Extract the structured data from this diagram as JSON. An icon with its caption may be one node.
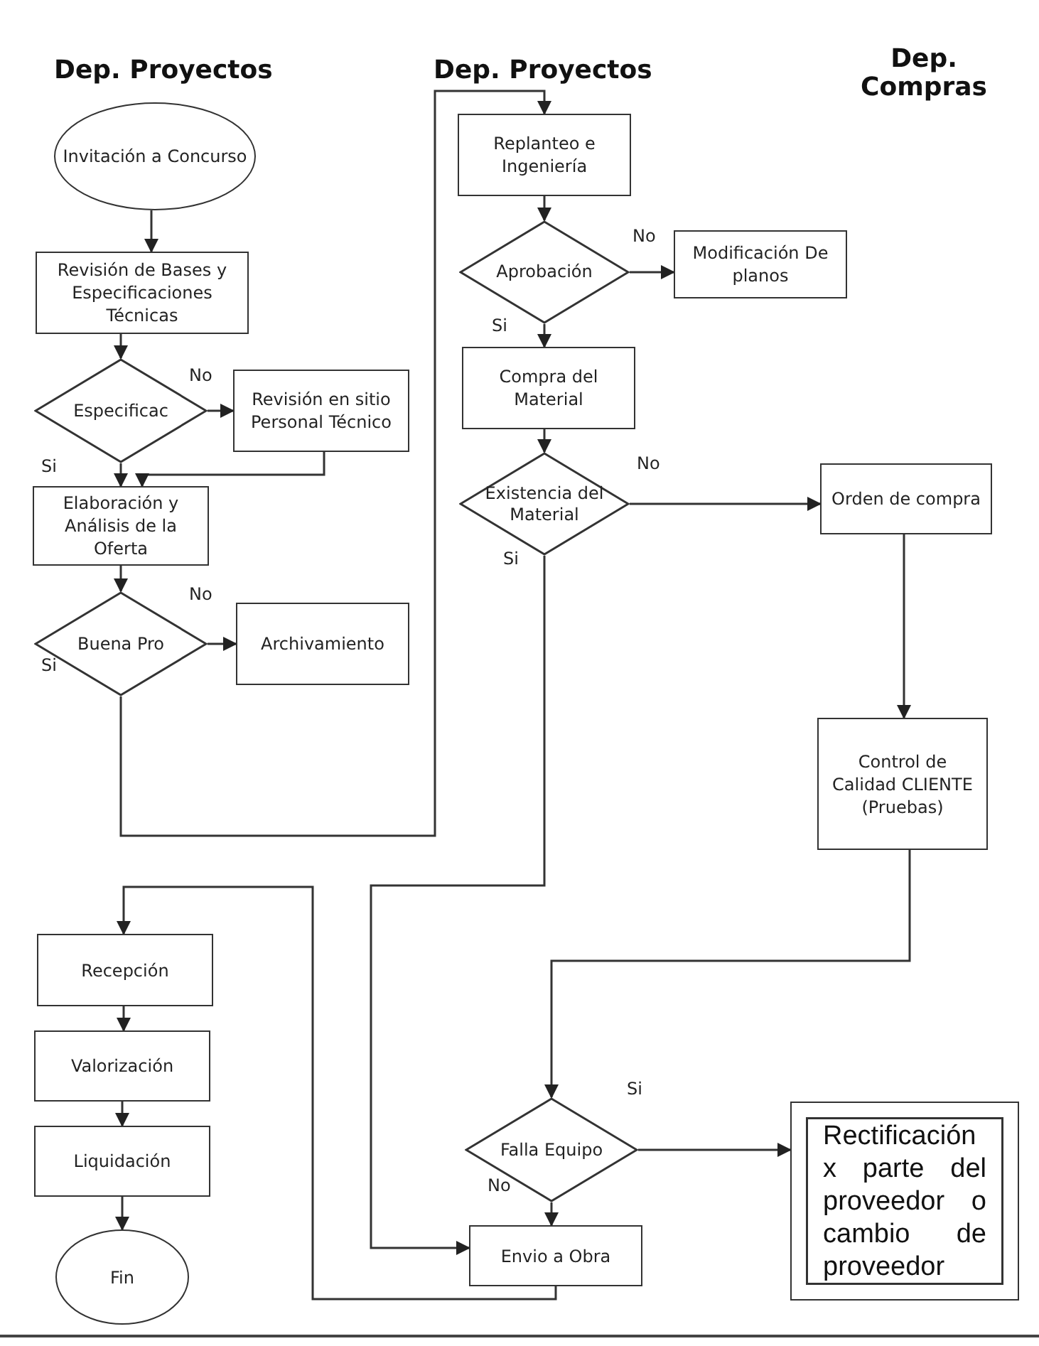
{
  "diagram": {
    "nodes": [
      {
        "text": [
          "Invitación a Concurso"
        ]
      },
      {
        "text": [
          "Revisión de Bases y Especificaciones Técnicas"
        ]
      },
      {
        "text": [
          "Especificac"
        ]
      },
      {
        "text": [
          "Revisión en sitio Personal Técnico"
        ]
      },
      {
        "text": [
          "Elaboración y Análisis de la Oferta"
        ]
      },
      {
        "text": [
          "Buena Pro"
        ]
      },
      {
        "text": [
          "Archivamiento"
        ]
      },
      {
        "text": [
          "Replanteo e Ingeniería"
        ]
      },
      {
        "text": [
          "Aprobación"
        ]
      },
      {
        "text": [
          "Modificación De planos"
        ]
      },
      {
        "text": [
          "Compra del Material"
        ]
      },
      {
        "text": [
          "Existencia del Material"
        ]
      },
      {
        "text": [
          "Orden de compra"
        ]
      },
      {
        "text": [
          "Control de Calidad CLIENTE (Pruebas)"
        ]
      },
      {
        "text": [
          "Recepción"
        ]
      },
      {
        "text": [
          "Valorización"
        ]
      },
      {
        "text": [
          "Liquidación"
        ]
      },
      {
        "text": [
          "Fin"
        ]
      },
      {
        "text": [
          "Falla Equipo"
        ]
      },
      {
        "text": [
          "Envio a Obra"
        ]
      },
      {
        "text": [
          "Rectificación x parte del proveedor o cambio de proveedor"
        ]
      }
    ],
    "edges": [
      {
        "from": 0,
        "to": 1,
        "arrow": "to"
      },
      {
        "from": 1,
        "to": 2,
        "arrow": "to"
      },
      {
        "from": 2,
        "to": 3,
        "arrow": "to",
        "label": "No"
      },
      {
        "from": 2,
        "to": 4,
        "arrow": "to",
        "label": "Si"
      },
      {
        "from": 3,
        "to": 4,
        "arrow": "to"
      },
      {
        "from": 4,
        "to": 5,
        "arrow": "to"
      },
      {
        "from": 5,
        "to": 6,
        "arrow": "to",
        "label": "No"
      },
      {
        "from": 5,
        "to": 7,
        "arrow": "to",
        "label": "Si"
      },
      {
        "from": 7,
        "to": 8,
        "arrow": "to"
      },
      {
        "from": 8,
        "to": 9,
        "arrow": "to",
        "label": "No"
      },
      {
        "from": 8,
        "to": 10,
        "arrow": "to",
        "label": "Si"
      },
      {
        "from": 10,
        "to": 11,
        "arrow": "to"
      },
      {
        "from": 11,
        "to": 12,
        "arrow": "to",
        "label": "No"
      },
      {
        "from": 11,
        "to": 19,
        "arrow": "to",
        "label": "Si"
      },
      {
        "from": 12,
        "to": 13,
        "arrow": "to"
      },
      {
        "from": 13,
        "to": 18,
        "arrow": "to"
      },
      {
        "from": 18,
        "to": 20,
        "arrow": "to",
        "label": "Si"
      },
      {
        "from": 18,
        "to": 19,
        "arrow": "to",
        "label": "No"
      },
      {
        "from": 19,
        "to": 14,
        "arrow": "to"
      },
      {
        "from": 14,
        "to": 15,
        "arrow": "to"
      },
      {
        "from": 15,
        "to": 16,
        "arrow": "to"
      },
      {
        "from": 16,
        "to": 17,
        "arrow": "to"
      }
    ],
    "labels": [
      "Dep. Proyectos",
      "Dep. Proyectos",
      "Dep. Compras"
    ]
  }
}
